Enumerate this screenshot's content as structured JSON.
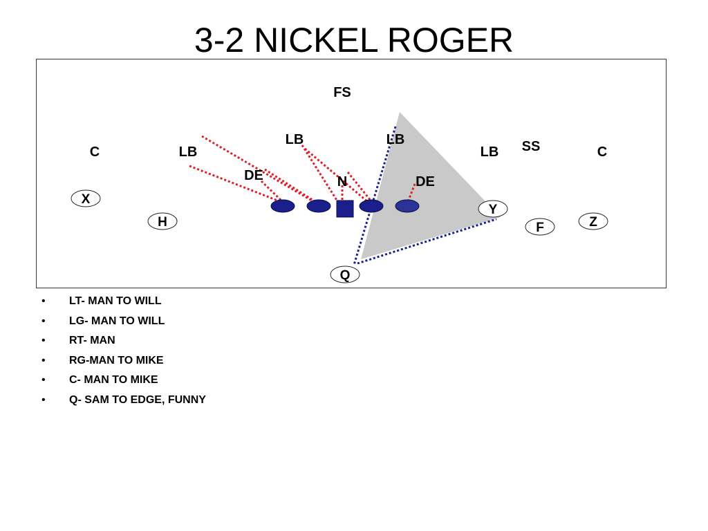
{
  "title": "3-2 NICKEL ROGER",
  "defense": {
    "fs": "FS",
    "lb_left": "LB",
    "lb_mid_left": "LB",
    "lb_mid_right": "LB",
    "lb_right": "LB",
    "ss": "SS",
    "c_left": "C",
    "c_right": "C",
    "de_left": "DE",
    "nose": "N",
    "de_right": "DE"
  },
  "offense": {
    "x": "X",
    "h": "H",
    "y": "Y",
    "f": "F",
    "z": "Z",
    "q": "Q"
  },
  "colors": {
    "lineman": "#1a1f8c",
    "rush_line": "#dd1f2a",
    "qb_line": "#1a1f8c",
    "zone": "#c9c9c9"
  },
  "notes": [
    "LT- MAN TO WILL",
    "LG- MAN TO WILL",
    "RT- MAN",
    "RG-MAN TO MIKE",
    "C- MAN TO MIKE",
    "Q- SAM TO EDGE, FUNNY"
  ]
}
